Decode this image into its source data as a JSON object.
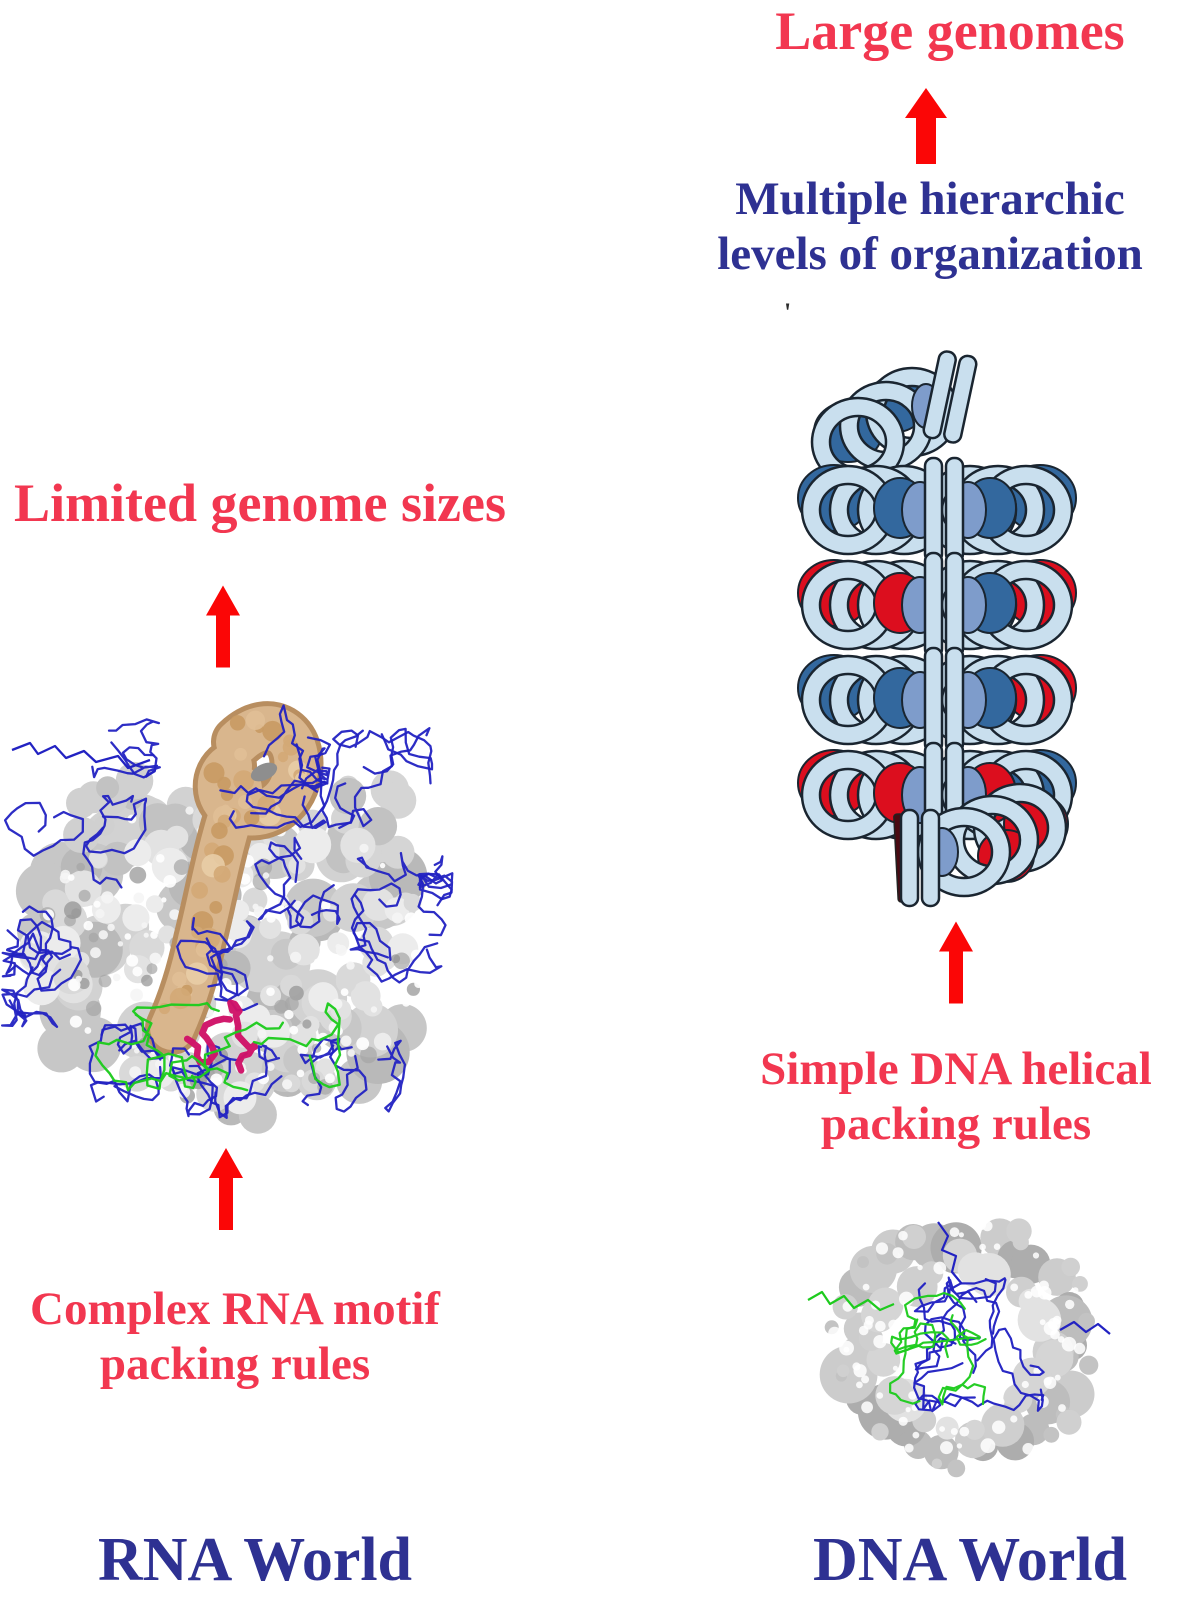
{
  "labels": {
    "limited_genome_sizes": "Limited genome sizes",
    "complex_rna_line1": "Complex RNA motif",
    "complex_rna_line2": "packing rules",
    "rna_world": "RNA World",
    "large_genomes": "Large genomes",
    "multiple_hierarchic_line1": "Multiple hierarchic",
    "multiple_hierarchic_line2": "levels of organization",
    "simple_dna_line1": "Simple DNA helical",
    "simple_dna_line2": "packing rules",
    "dna_world": "DNA World",
    "stray_mark": "'"
  },
  "icons": {
    "up_arrow": "↑"
  },
  "colors": {
    "heading_red": "#F23750",
    "heading_blue": "#2E3192",
    "arrow_red": "#FB0606",
    "fiber_light_blue": "#C9DFEE",
    "fiber_outline": "#1A2530",
    "fiber_steel_blue": "#33689E",
    "fiber_slate_blue": "#7E9CCB",
    "fiber_red": "#DC0E1E",
    "fiber_dark_maroon": "#4A0A12",
    "surface_gray": "#C9C9C9",
    "wire_blue": "#2222C2",
    "wire_green": "#1ECB1E",
    "ribbon_magenta": "#CF1368",
    "trna_tan": "#D9B68D"
  }
}
